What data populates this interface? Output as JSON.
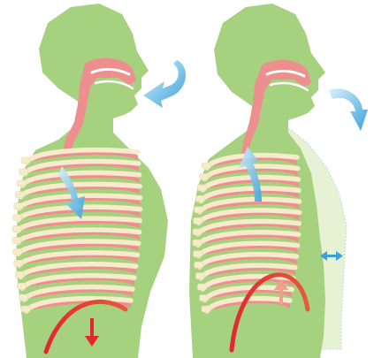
{
  "diagram": {
    "panels": [
      {
        "phase": "inhalation",
        "airflow_direction": "in",
        "diaphragm_motion": "down",
        "chest_motion": "none"
      },
      {
        "phase": "exhalation",
        "airflow_direction": "out",
        "diaphragm_motion": "up",
        "chest_motion": "contracting"
      }
    ],
    "colors": {
      "body": "#a6d17f",
      "body_outline": "#97c36e",
      "airway": "#ee8f8f",
      "airway_dark": "#e06f73",
      "ribs": "#f6eccb",
      "rib_outline": "#e8d9a9",
      "lung_band": "#ee8f8f",
      "air_arrow": "#3aa2dc",
      "diaphragm": "#e0282f",
      "chest_shadow": "#e7f1d4"
    },
    "icons": {
      "air_arrow": "curved-arrow-icon",
      "diaphragm_arrow": "down-up-arrow-icon",
      "chest_arrow": "double-headed-arrow-icon"
    }
  }
}
